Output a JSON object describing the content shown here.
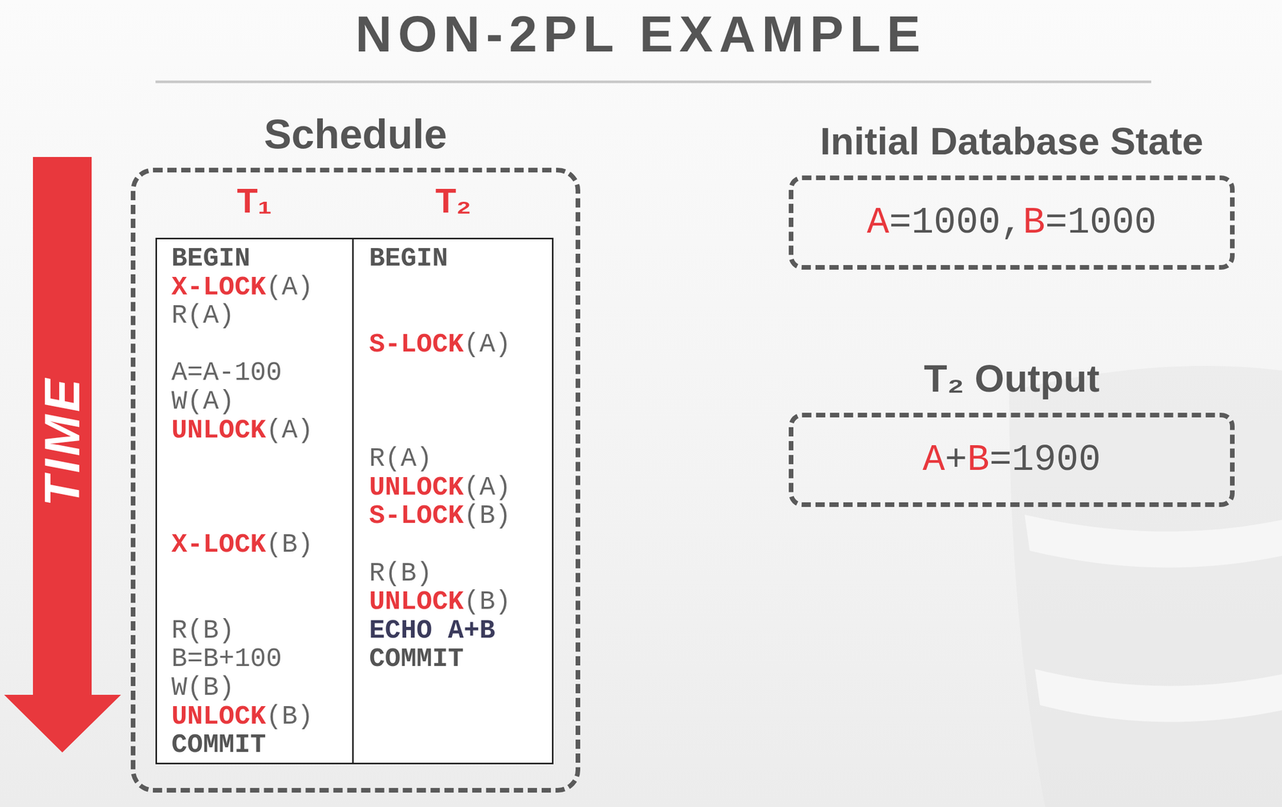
{
  "diagram": {
    "title": "NON-2PL EXAMPLE",
    "nodes": [
      {
        "text": [
          "Schedule"
        ]
      },
      {
        "text": [
          "T₁",
          "BEGIN",
          "X-LOCK(A)",
          "R(A)",
          "A=A-100",
          "W(A)",
          "UNLOCK(A)",
          "X-LOCK(B)",
          "R(B)",
          "B=B+100",
          "W(B)",
          "UNLOCK(B)",
          "COMMIT"
        ],
        "in": 0
      },
      {
        "text": [
          "T₂",
          "BEGIN",
          "S-LOCK(A)",
          "R(A)",
          "UNLOCK(A)",
          "S-LOCK(B)",
          "R(B)",
          "UNLOCK(B)",
          "ECHO A+B",
          "COMMIT"
        ],
        "in": 0
      },
      {
        "text": [
          "Initial Database State",
          "A=1000, B=1000"
        ]
      },
      {
        "text": [
          "T₂ Output",
          "A+B=1900"
        ]
      },
      {
        "text": [
          "TIME"
        ]
      }
    ]
  }
}
